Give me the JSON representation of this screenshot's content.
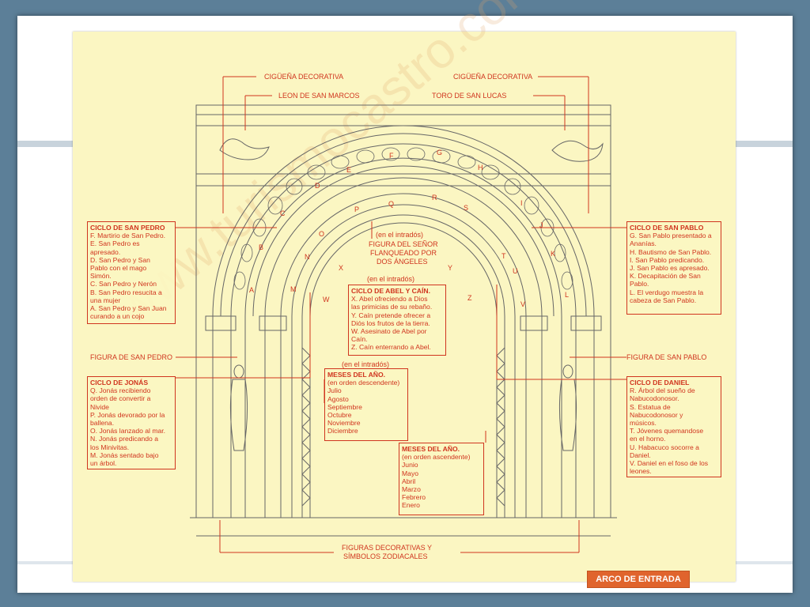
{
  "labels": {
    "ciguena_left": "CIGÜEÑA DECORATIVA",
    "ciguena_right": "CIGÜEÑA DECORATIVA",
    "leon": "LEON DE SAN MARCOS",
    "toro": "TORO DE SAN LUCAS",
    "intrados_top": "(en el intradós)",
    "figura_senor_1": "FIGURA DEL SEÑOR",
    "figura_senor_2": "FLANQUEADO POR",
    "figura_senor_3": "DOS ÁNGELES",
    "intrados_mid": "(en el intradós)",
    "intrados_low": "(en el intradós)",
    "figura_san_pedro": "FIGURA DE SAN PEDRO",
    "figura_san_pablo": "FIGURA DE SAN PABLO",
    "figuras_dec_1": "FIGURAS DECORATIVAS Y",
    "figuras_dec_2": "SÍMBOLOS ZODIACALES",
    "letters": [
      "A",
      "B",
      "C",
      "D",
      "E",
      "F",
      "G",
      "H",
      "I",
      "J",
      "K",
      "L",
      "M",
      "N",
      "O",
      "P",
      "Q",
      "R",
      "S",
      "T",
      "U",
      "V",
      "W",
      "X",
      "Y",
      "Z"
    ]
  },
  "boxes": {
    "san_pedro": {
      "title": "CICLO DE SAN PEDRO",
      "items": [
        "F. Martirio de San Pedro.",
        "E. San Pedro es",
        "apresado.",
        "D. San Pedro y San",
        "Pablo con el mago",
        "Simón.",
        "C. San Pedro y Nerón",
        "B. San Pedro resucita a",
        "una mujer",
        "A. San Pedro y San Juan",
        "curando a un cojo"
      ]
    },
    "san_pablo": {
      "title": "CICLO DE SAN PABLO",
      "items": [
        "G. San Pablo presentado a",
        "Ananías.",
        "H. Bautismo de San Pablo.",
        "I. San Pablo predicando.",
        "J. San Pablo es apresado.",
        "K. Decapitación de San",
        "Pablo.",
        "L. El verdugo muestra la",
        "cabeza de San Pablo."
      ]
    },
    "abel": {
      "title": "CICLO DE ABEL Y CAÍN.",
      "items": [
        "X. Abel ofreciendo a Dios",
        "las primicias de su rebaño.",
        "Y. Caín pretende ofrecer a",
        "Diós los frutos de la tierra.",
        "W. Asesinato de Abel por",
        "Caín.",
        "Z. Caín enterrando a Abel."
      ]
    },
    "jonas": {
      "title": "CICLO DE JONÁS",
      "items": [
        "Q. Jonás recibiendo",
        "orden de convertir a",
        "Nivide",
        "P. Jonás devorado por la",
        "ballena.",
        "O. Jonás lanzado al mar.",
        "N. Jonás predicando a",
        "los Minivitas.",
        "M. Jonás sentado bajo",
        "un árbol."
      ]
    },
    "meses_desc": {
      "title": "MESES DEL AÑO.",
      "items": [
        "(en orden descendente)",
        "Julio",
        "Agosto",
        "Septiembre",
        "Octubre",
        "Noviembre",
        "Diciembre"
      ]
    },
    "meses_asc": {
      "title": "MESES DEL AÑO.",
      "items": [
        "(en orden ascendente)",
        "Junio",
        "Mayo",
        "Abril",
        "Marzo",
        "Febrero",
        "Enero"
      ]
    },
    "daniel": {
      "title": "CICLO DE DANIEL",
      "items": [
        "R. Árbol del sueño de",
        "Nabucodonosor.",
        "S. Estatua de",
        "Nabucodonosor y",
        "músicos.",
        "T. Jóvenes quemandose",
        "en el horno.",
        "U. Habacuco socorre a",
        "Daniel.",
        "V. Daniel en el foso de los",
        "leones."
      ]
    }
  },
  "badge": "ARCO DE ENTRADA",
  "watermark": "www.turismocastro.com",
  "colors": {
    "accent": "#d0351f",
    "paper": "#fbf6c2",
    "badge": "#e0642d",
    "frame": "#5c7f98",
    "ink": "#555555"
  }
}
